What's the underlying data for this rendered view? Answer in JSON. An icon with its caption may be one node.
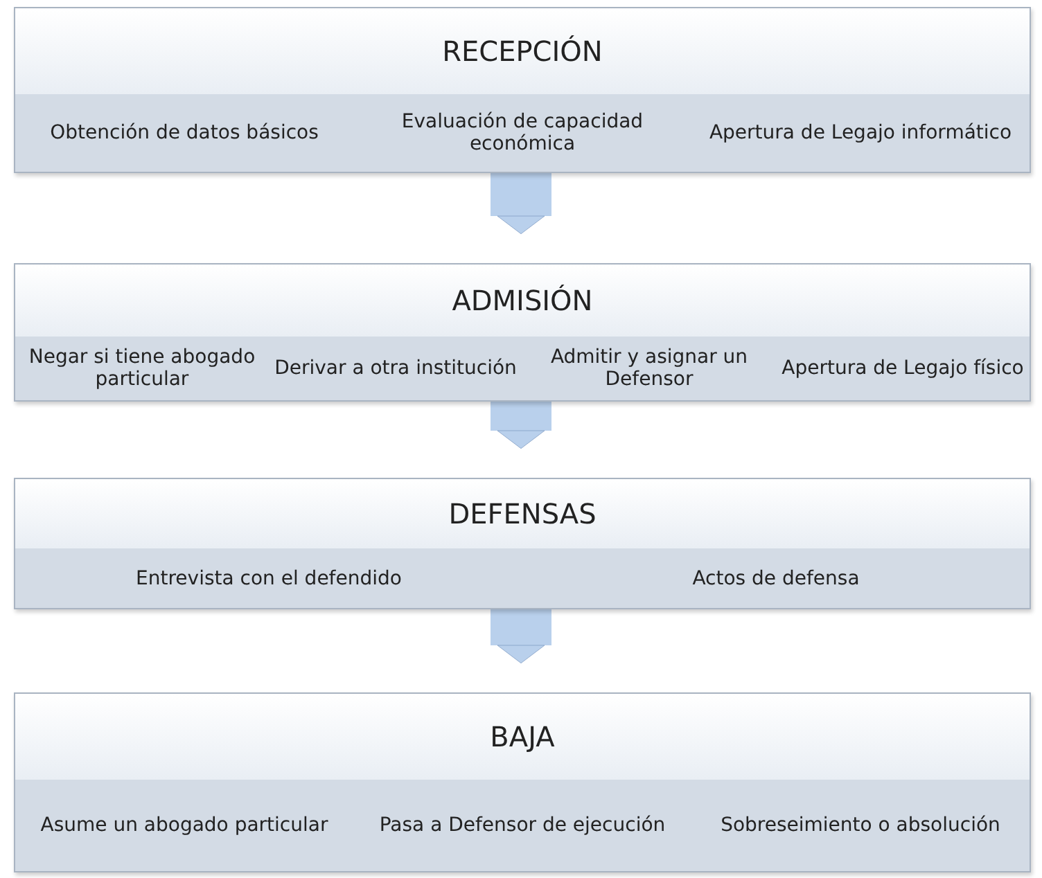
{
  "diagram": {
    "nodes": [
      {
        "text": [
          "RECEPCIÓN",
          "Obtención de datos básicos",
          "Evaluación de capacidad económica",
          "Apertura de Legajo informático"
        ]
      },
      {
        "text": [
          "ADMISIÓN",
          "Negar si tiene abogado particular",
          "Derivar a otra institución",
          "Admitir y asignar un Defensor",
          "Apertura de Legajo físico"
        ]
      },
      {
        "text": [
          "DEFENSAS",
          "Entrevista con el defendido",
          "Actos de defensa"
        ]
      },
      {
        "text": [
          "BAJA",
          "Asume un abogado particular",
          "Pasa a Defensor de ejecución",
          "Sobreseimiento o absolución"
        ]
      }
    ],
    "edges": [
      {
        "from": 0,
        "to": 1,
        "arrow": "to"
      },
      {
        "from": 1,
        "to": 2,
        "arrow": "to"
      },
      {
        "from": 2,
        "to": 3,
        "arrow": "to"
      }
    ]
  }
}
